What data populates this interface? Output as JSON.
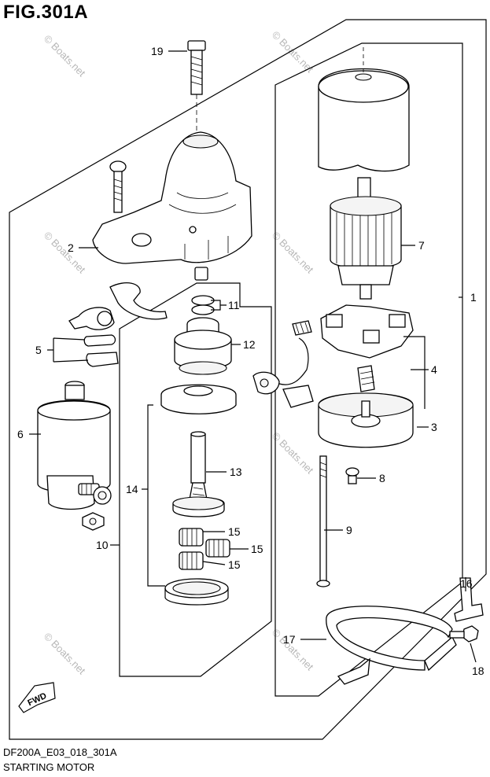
{
  "figure": {
    "title": "FIG.301A",
    "code": "DF200A_E03_018_301A",
    "section": "STARTING MOTOR"
  },
  "direction_badge": "FWD",
  "watermark": "© Boats.net",
  "callouts": {
    "c1": "1",
    "c2": "2",
    "c3": "3",
    "c4": "4",
    "c5": "5",
    "c6": "6",
    "c7": "7",
    "c8": "8",
    "c9": "9",
    "c10": "10",
    "c11": "11",
    "c12": "12",
    "c13": "13",
    "c14": "14",
    "c15a": "15",
    "c15b": "15",
    "c15c": "15",
    "c16": "16",
    "c17": "17",
    "c18": "18",
    "c19": "19"
  }
}
